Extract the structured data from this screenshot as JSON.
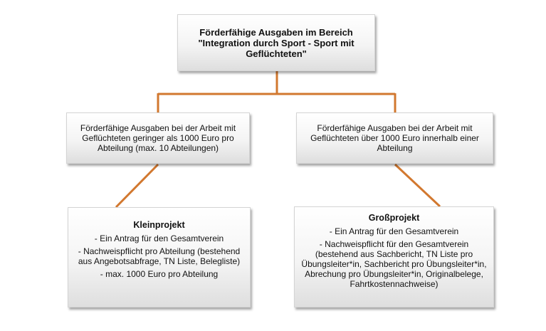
{
  "colors": {
    "connector": "#d2782f"
  },
  "root": {
    "text": "Förderfähige Ausgaben im Bereich \"Integration durch Sport - Sport mit Geflüchteten\""
  },
  "branches": [
    {
      "condition": "Förderfähige Ausgaben bei der Arbeit mit Geflüchteten geringer als 1000 Euro pro Abteilung (max. 10 Abteilungen)",
      "project": {
        "title": "Kleinprojekt",
        "items": [
          "- Ein Antrag für den Gesamtverein",
          "- Nachweispflicht pro Abteilung (bestehend aus Angebotsabfrage, TN Liste, Belegliste)",
          "- max. 1000 Euro pro Abteilung"
        ]
      }
    },
    {
      "condition": "Förderfähige Ausgaben bei der Arbeit mit Geflüchteten über 1000 Euro innerhalb einer Abteilung",
      "project": {
        "title": "Großprojekt",
        "items": [
          "- Ein Antrag für den Gesamtverein",
          "- Nachweispflicht für den Gesamtverein (bestehend aus Sachbericht, TN Liste pro Übungsleiter*in, Sachbericht pro Übungsleiter*in, Abrechung pro Übungsleiter*in, Originalbelege, Fahrtkostennachweise)"
        ]
      }
    }
  ]
}
